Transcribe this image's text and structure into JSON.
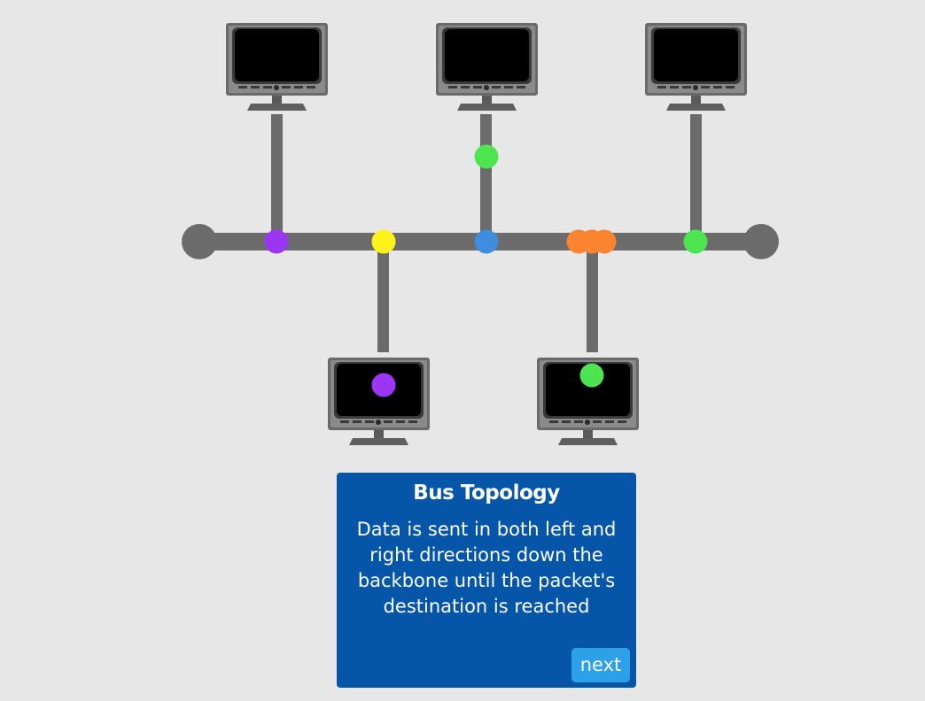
{
  "diagram": {
    "computers": [
      {
        "id": "top-left",
        "row": "top"
      },
      {
        "id": "top-middle",
        "row": "top"
      },
      {
        "id": "top-right",
        "row": "top"
      },
      {
        "id": "bottom-left",
        "row": "bottom"
      },
      {
        "id": "bottom-right",
        "row": "bottom"
      }
    ],
    "packet_colors": {
      "purple": "#9b36f5",
      "yellow": "#fff21a",
      "blue": "#3e8ee0",
      "orange": "#fb8431",
      "green": "#4ce44f"
    },
    "cable_color": "#6b6b6b"
  },
  "info": {
    "title": "Bus Topology",
    "text": "Data is sent in both left and right directions down the backbone until the packet's destination is reached",
    "next_label": "next"
  }
}
